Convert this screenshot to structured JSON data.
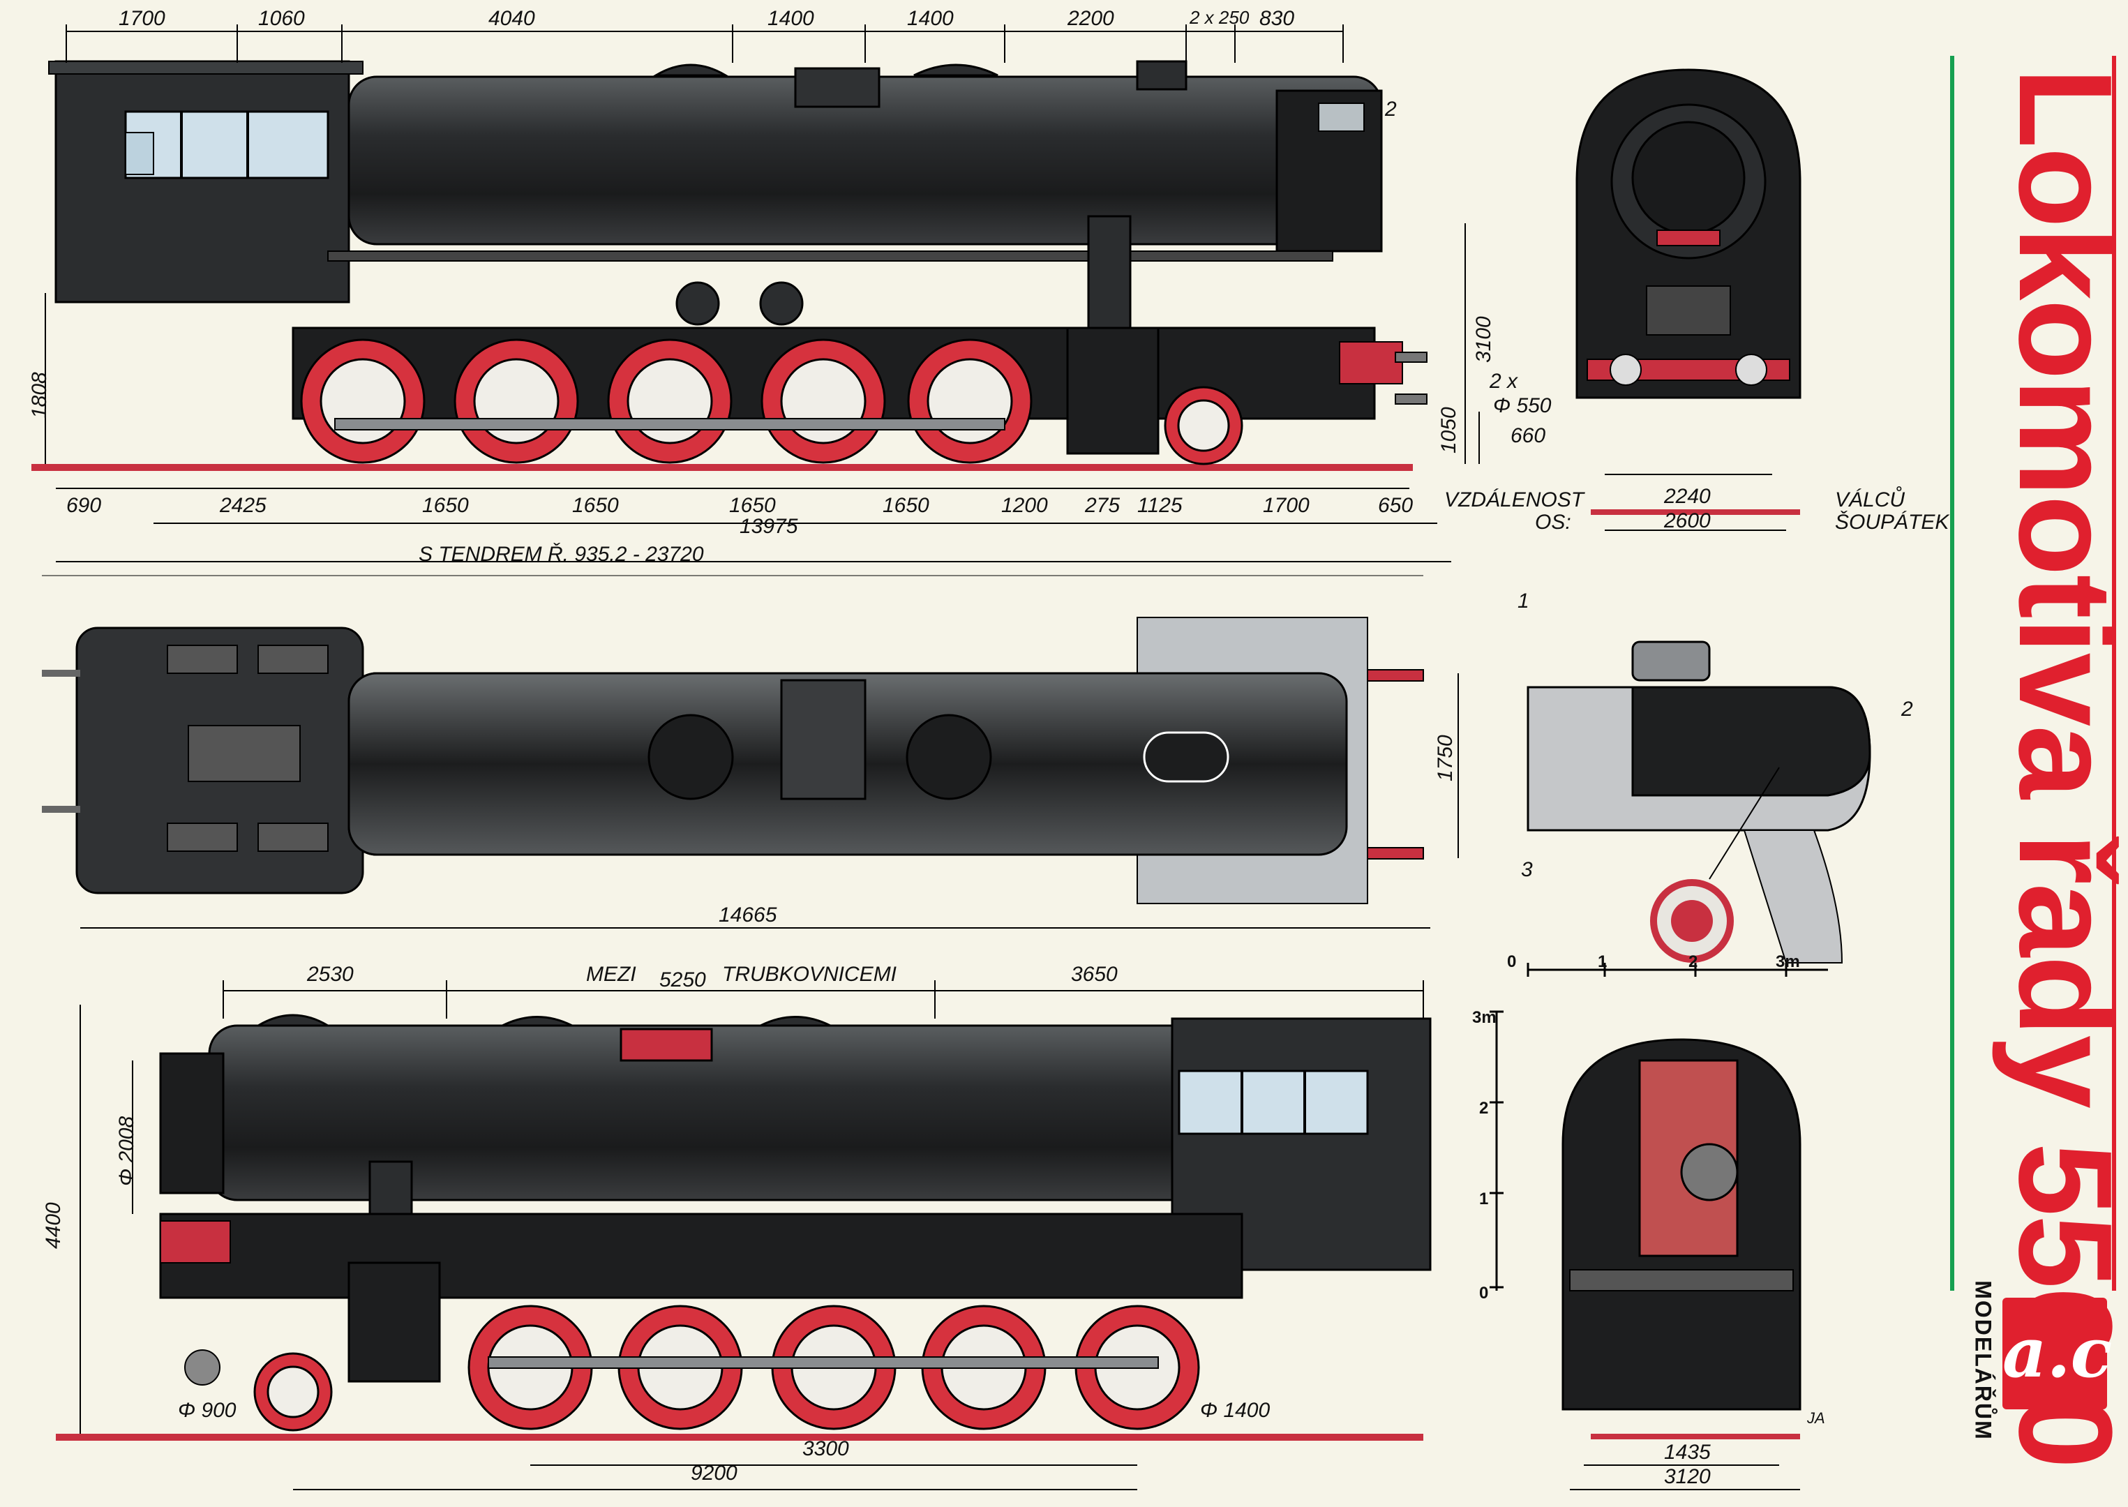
{
  "title": "Lokomotiva řady 556.0",
  "brand": {
    "logo_text": "a.c",
    "subtitle": "MODELÁŘŮM"
  },
  "labels": {
    "vzdalenost": "VZDÁLENOST",
    "os": "OS:",
    "valcu": "VÁLCŮ",
    "soupatek": "ŠOUPÁTEK",
    "s_tendrem": "S TENDREM Ř. 935.2 - 23720",
    "mezi": "MEZI",
    "trubkovnicemi": "TRUBKOVNICEMI",
    "cyl_num": "2 x",
    "cyl_phi": "Φ 550",
    "cyl_660": "660",
    "signature": "JA",
    "callout_1": "1",
    "callout_2a": "2",
    "callout_2b": "2",
    "callout_3": "3"
  },
  "scale_bar": {
    "h_labels": [
      "0",
      "1",
      "2",
      "3m"
    ],
    "v_labels": [
      "0",
      "1",
      "2",
      "3m"
    ]
  },
  "dimensions": {
    "top_row": [
      "1700",
      "1060",
      "4040",
      "1400",
      "1400",
      "2200",
      "2 x 250",
      "830"
    ],
    "bottom_row": [
      "690",
      "2425",
      "1650",
      "1650",
      "1650",
      "1650",
      "1200",
      "275",
      "1125",
      "1700",
      "650"
    ],
    "total": "13975",
    "h1808": "1808",
    "h3100": "3100",
    "h1050": "1050",
    "front_2240": "2240",
    "front_2600": "2600",
    "plan_1750": "1750",
    "plan_14665": "14665",
    "l_2530": "2530",
    "l_5250": "5250",
    "l_3650": "3650",
    "l_2008": "Φ 2008",
    "l_4400": "4400",
    "l_900": "Φ 900",
    "l_1400": "Φ 1400",
    "l_3300": "3300",
    "l_9200": "9200",
    "rear_1435": "1435",
    "rear_3120": "3120"
  }
}
